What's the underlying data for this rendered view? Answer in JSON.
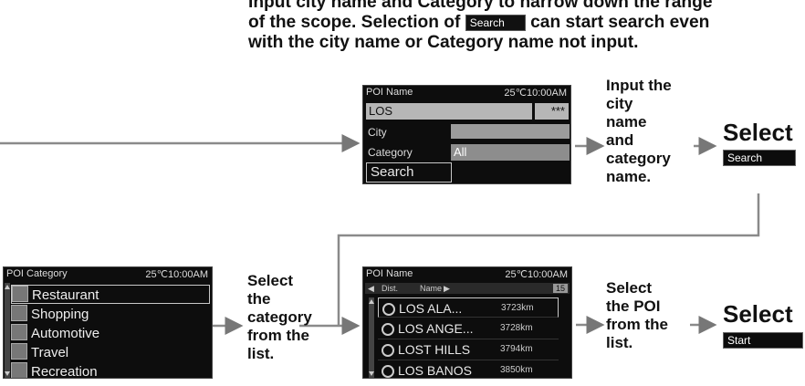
{
  "intro": {
    "line1": "Input city name and Category to narrow down the range",
    "line2_a": "of the scope. Selection of",
    "line2_btn": "Search",
    "line2_b": "can start search even",
    "line3": "with the city name or Category name not input."
  },
  "poi_search_screen": {
    "title": "POI Name",
    "clock": "25℃10:00AM",
    "name_value": "LOS",
    "stars": "***",
    "city_label": "City",
    "category_label": "Category",
    "category_value": "All",
    "search_label": "Search"
  },
  "step_input": {
    "lines": [
      "Input the",
      "city",
      "name",
      "and",
      "category",
      "name."
    ]
  },
  "select_search": {
    "word": "Select",
    "button": "Search"
  },
  "category_screen": {
    "title": "POI Category",
    "clock": "25℃10:00AM",
    "items": [
      {
        "label": "Restaurant",
        "icon": "fork-knife-icon"
      },
      {
        "label": "Shopping",
        "icon": "shopping-icon"
      },
      {
        "label": "Automotive",
        "icon": "car-icon"
      },
      {
        "label": "Travel",
        "icon": "travel-icon"
      },
      {
        "label": "Recreation",
        "icon": "recreation-icon"
      }
    ]
  },
  "step_category": {
    "lines": [
      "Select",
      "the",
      "category",
      "from the",
      "list."
    ]
  },
  "results_screen": {
    "title": "POI Name",
    "clock": "25℃10:00AM",
    "sort_dist": "Dist.",
    "sort_name": "Name",
    "count": "15",
    "rows": [
      {
        "name": "LOS ALA...",
        "dist": "3723km"
      },
      {
        "name": "LOS ANGE...",
        "dist": "3728km"
      },
      {
        "name": "LOST HILLS",
        "dist": "3794km"
      },
      {
        "name": "LOS BANOS",
        "dist": "3850km"
      }
    ]
  },
  "step_poi": {
    "lines": [
      "Select",
      "the POI",
      "from the",
      "list."
    ]
  },
  "select_start": {
    "word": "Select",
    "button": "Start"
  }
}
